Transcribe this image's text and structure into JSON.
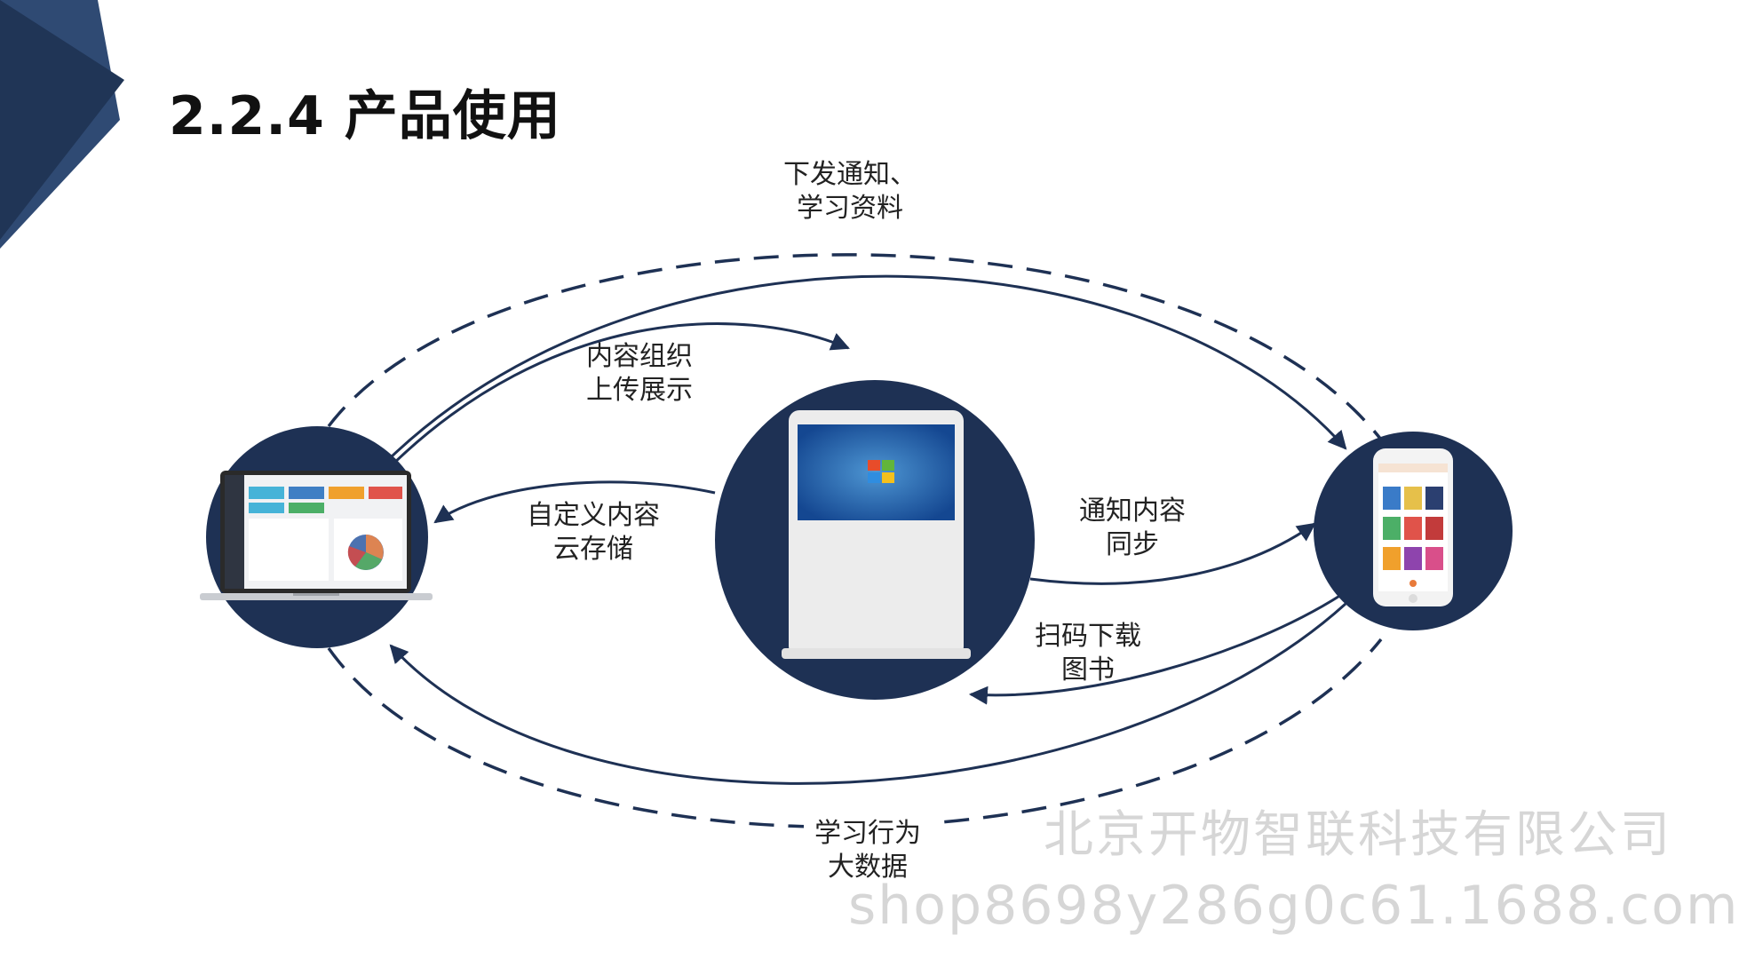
{
  "title": "2.2.4 产品使用",
  "labels": {
    "top_dashed": [
      "下发通知、",
      "学习资料"
    ],
    "upload": [
      "内容组织",
      "上传展示"
    ],
    "cloud": [
      "自定义内容",
      "云存储"
    ],
    "notify_sync": [
      "通知内容",
      "同步"
    ],
    "scan_download": [
      "扫码下载",
      "图书"
    ],
    "big_data": [
      "学习行为",
      "大数据"
    ]
  },
  "watermark": {
    "company": "北京开物智联科技有限公司",
    "shop": "shop8698y286g0c61.1688.com"
  },
  "colors": {
    "navy": "#1e3154",
    "corner_dark": "#243a5e",
    "corner_light": "#2f4a73",
    "line": "#1e3154"
  },
  "nodes": [
    "laptop-dashboard",
    "display-kiosk",
    "mobile-phone"
  ]
}
